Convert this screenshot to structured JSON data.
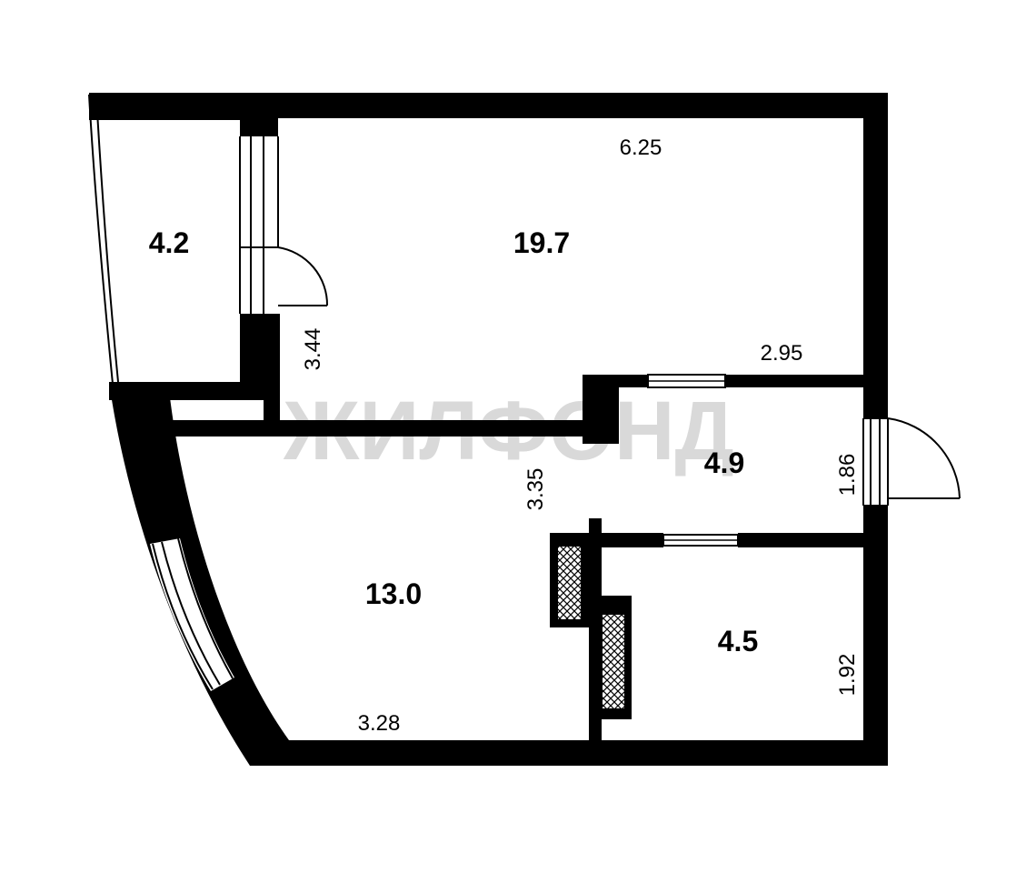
{
  "watermark": "ЖИЛФОНД",
  "rooms": [
    {
      "name": "living-room-area",
      "area": "19.7"
    },
    {
      "name": "balcony-area",
      "area": "4.2"
    },
    {
      "name": "kitchen-area",
      "area": "13.0"
    },
    {
      "name": "hallway-area",
      "area": "4.9"
    },
    {
      "name": "bathroom-area",
      "area": "4.5"
    }
  ],
  "dimensions": {
    "living_width": "6.25",
    "living_depth": "3.44",
    "hall_length": "2.95",
    "hall_width": "1.86",
    "kitchen_depth": "3.35",
    "kitchen_width": "3.28",
    "bath_depth": "1.92"
  },
  "colors": {
    "wall": "#000000",
    "background": "#ffffff",
    "watermark": "#d9d9d9"
  }
}
